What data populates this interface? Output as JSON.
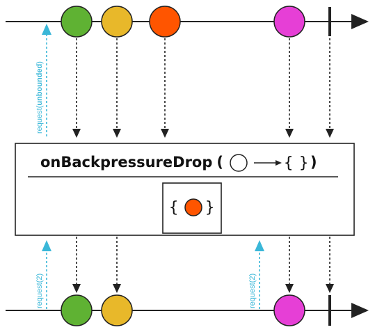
{
  "operator": {
    "name": "onBackpressureDrop",
    "signature_open": "(",
    "signature_close": ")",
    "drop_brace_open": "{",
    "drop_brace_close": "}"
  },
  "requests": {
    "upstream": {
      "prefix": "request(",
      "arg": "unbounded",
      "suffix": ")"
    },
    "downstream_1": "request(2)",
    "downstream_2": "request(2)"
  },
  "colors": {
    "green": "#5fb233",
    "yellow": "#e8b82a",
    "orange": "#ff5500",
    "magenta": "#e63fd6",
    "request": "#3ab7d8",
    "line": "#222222"
  },
  "marbles": {
    "upstream": [
      "green",
      "yellow",
      "orange",
      "magenta"
    ],
    "downstream": [
      "green",
      "yellow",
      "magenta"
    ],
    "dropped": [
      "orange"
    ]
  }
}
